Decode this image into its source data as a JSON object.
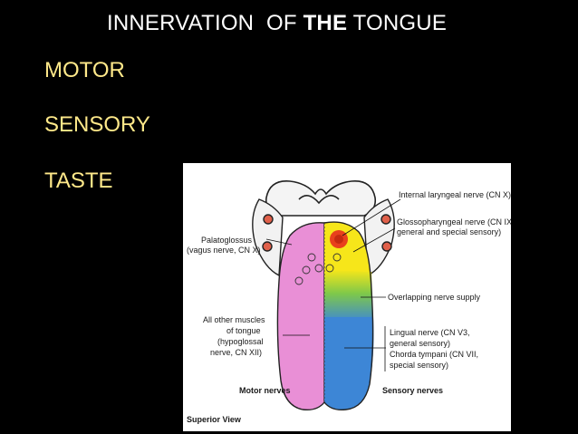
{
  "slide": {
    "title_pre": "INNERVATION  OF ",
    "title_bold": "THE",
    "title_post": " TONGUE",
    "menu": [
      "MOTOR",
      "SENSORY",
      "TASTE"
    ]
  },
  "figure": {
    "labels": {
      "internal_laryngeal": "Internal laryngeal nerve (CN X)",
      "glosso_1": "Glossopharyngeal nerve (CN IX,",
      "glosso_2": "general and special sensory)",
      "palato_1": "Palatoglossus",
      "palato_2": "(vagus nerve, CN X)",
      "overlap": "Overlapping nerve supply",
      "muscles_1": "All other muscles",
      "muscles_2": "of tongue",
      "muscles_3": "(hypoglossal",
      "muscles_4": "nerve, CN XII)",
      "lingual_1": "Lingual nerve (CN V3,",
      "lingual_2": "general sensory)",
      "lingual_3": "Chorda tympani (CN VII,",
      "lingual_4": "special sensory)",
      "motor_nerves": "Motor nerves",
      "sensory_nerves": "Sensory nerves",
      "superior_view": "Superior View"
    },
    "colors": {
      "motor": "#e98fd6",
      "lingual": "#3d86d6",
      "glossopharyngeal": "#f6e61a",
      "overlap": "#7ec84a",
      "laryngeal": "#e8401c"
    }
  }
}
